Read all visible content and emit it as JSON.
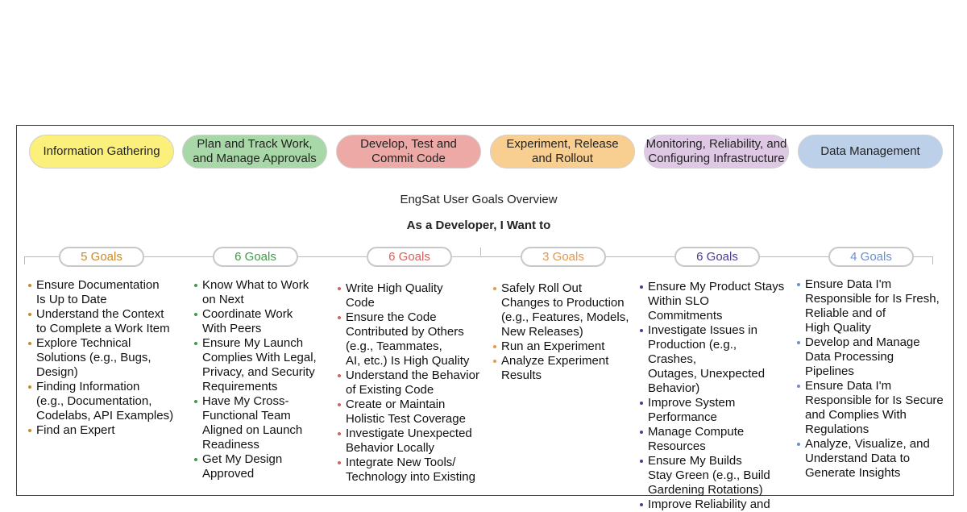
{
  "diagram": {
    "title": "EngSat User Goals Overview",
    "subtitle": "As a Developer, I Want to",
    "categories": [
      {
        "label": "Information Gathering",
        "color": "#fbf07c",
        "accent": "#c9892a",
        "goal_count": "5 Goals",
        "items": [
          "Ensure Documentation\nIs Up to Date",
          "Understand the Context\nto Complete a Work Item",
          "Explore Technical\nSolutions (e.g., Bugs,\nDesign)",
          "Finding Information\n(e.g., Documentation,\nCodelabs, API Examples)",
          "Find an Expert"
        ]
      },
      {
        "label": "Plan and Track Work,\nand Manage Approvals",
        "color": "#a9d8a8",
        "accent": "#3f9c45",
        "goal_count": "6 Goals",
        "items": [
          "Know What to Work\non Next",
          "Coordinate Work\nWith Peers",
          "Ensure My Launch\nComplies With Legal,\nPrivacy, and Security\nRequirements",
          "Have My Cross-\nFunctional Team\nAligned on Launch\nReadiness",
          "Get My Design\nApproved"
        ]
      },
      {
        "label": "Develop, Test and\nCommit Code",
        "color": "#eca9a6",
        "accent": "#d2625e",
        "goal_count": "6 Goals",
        "items": [
          "Write High Quality\nCode",
          "Ensure the Code\nContributed by Others\n(e.g., Teammates,\nAI, etc.) Is High Quality",
          "Understand the Behavior\nof Existing Code",
          "Create or Maintain\nHolistic Test Coverage",
          "Investigate Unexpected\nBehavior Locally",
          "Integrate New Tools/\nTechnology into Existing"
        ]
      },
      {
        "label": "Experiment, Release\nand Rollout",
        "color": "#f8cf90",
        "accent": "#e4984a",
        "goal_count": "3 Goals",
        "items": [
          "Safely Roll Out\nChanges to Production\n(e.g., Features, Models,\nNew Releases)",
          "Run an Experiment",
          "Analyze Experiment\nResults"
        ]
      },
      {
        "label": "Monitoring, Reliability, and\nConfiguring Infrastructure",
        "color": "#dfc8e4",
        "accent": "#4a3d8f",
        "goal_count": "6 Goals",
        "items": [
          "Ensure My Product Stays\nWithin SLO Commitments",
          "Investigate Issues in\nProduction (e.g., Crashes,\nOutages, Unexpected\nBehavior)",
          "Improve System\nPerformance",
          "Manage Compute\nResources",
          "Ensure My Builds\nStay Green (e.g., Build\nGardening Rotations)",
          "Improve Reliability and"
        ]
      },
      {
        "label": "Data Management",
        "color": "#bcd0ea",
        "accent": "#6a8fcf",
        "goal_count": "4 Goals",
        "items": [
          "Ensure Data I'm\nResponsible for Is Fresh,\nReliable and of\nHigh Quality",
          "Develop and Manage\nData Processing Pipelines",
          "Ensure Data I'm\nResponsible for Is Secure\nand Complies With\nRegulations",
          "Analyze, Visualize, and\nUnderstand Data to\nGenerate Insights"
        ]
      }
    ]
  }
}
